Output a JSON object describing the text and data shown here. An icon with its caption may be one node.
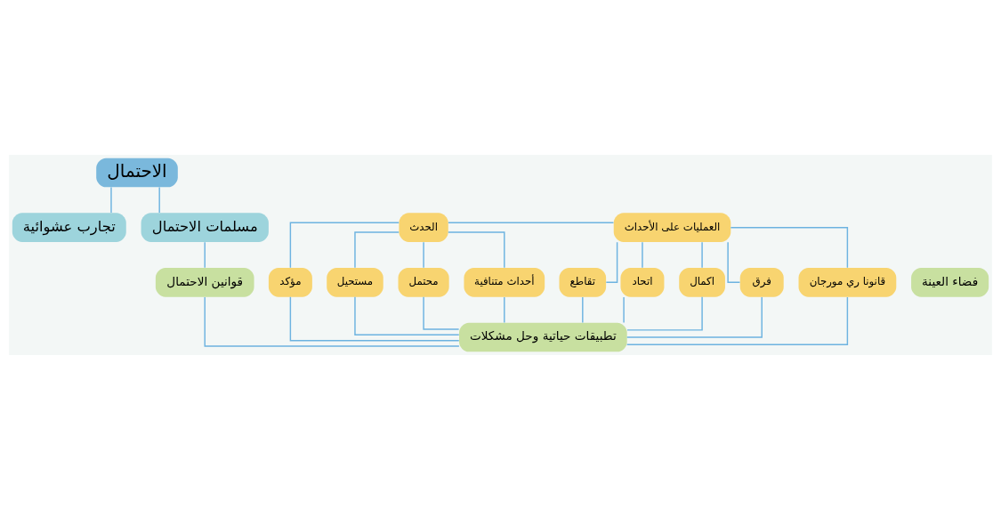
{
  "diagram": {
    "nodes": [
      {
        "text": [
          "الاحتمال"
        ]
      },
      {
        "text": [
          "تجارب عشوائية"
        ]
      },
      {
        "text": [
          "مسلمات الاحتمال"
        ]
      },
      {
        "text": [
          "فضاء العينة"
        ]
      },
      {
        "text": [
          "قوانين الاحتمال"
        ]
      },
      {
        "text": [
          "الحدث"
        ]
      },
      {
        "text": [
          "العمليات على الأحداث"
        ]
      },
      {
        "text": [
          "مؤكد"
        ]
      },
      {
        "text": [
          "مستحيل"
        ]
      },
      {
        "text": [
          "محتمل"
        ]
      },
      {
        "text": [
          "أحداث متنافية"
        ]
      },
      {
        "text": [
          "تقاطع"
        ]
      },
      {
        "text": [
          "اتحاد"
        ]
      },
      {
        "text": [
          "اكمال"
        ]
      },
      {
        "text": [
          "فرق"
        ]
      },
      {
        "text": [
          "قانونا ري مورجان"
        ]
      },
      {
        "text": [
          "تطبيقات حياتية وحل مشكلات"
        ]
      }
    ],
    "edges": [
      {
        "from": 0,
        "to": 1,
        "arrow": "none"
      },
      {
        "from": 0,
        "to": 2,
        "arrow": "none"
      },
      {
        "from": 2,
        "to": 4,
        "arrow": "none"
      },
      {
        "from": 5,
        "to": 6,
        "arrow": "none"
      },
      {
        "from": 5,
        "to": 7,
        "arrow": "none"
      },
      {
        "from": 5,
        "to": 8,
        "arrow": "none"
      },
      {
        "from": 5,
        "to": 9,
        "arrow": "none"
      },
      {
        "from": 5,
        "to": 10,
        "arrow": "none"
      },
      {
        "from": 6,
        "to": 11,
        "arrow": "none"
      },
      {
        "from": 6,
        "to": 12,
        "arrow": "none"
      },
      {
        "from": 6,
        "to": 13,
        "arrow": "none"
      },
      {
        "from": 6,
        "to": 14,
        "arrow": "none"
      },
      {
        "from": 6,
        "to": 15,
        "arrow": "none"
      },
      {
        "from": 4,
        "to": 16,
        "arrow": "none"
      },
      {
        "from": 7,
        "to": 16,
        "arrow": "none"
      },
      {
        "from": 8,
        "to": 16,
        "arrow": "none"
      },
      {
        "from": 9,
        "to": 16,
        "arrow": "none"
      },
      {
        "from": 10,
        "to": 16,
        "arrow": "none"
      },
      {
        "from": 11,
        "to": 16,
        "arrow": "none"
      },
      {
        "from": 12,
        "to": 16,
        "arrow": "none"
      },
      {
        "from": 13,
        "to": 16,
        "arrow": "none"
      },
      {
        "from": 14,
        "to": 16,
        "arrow": "none"
      },
      {
        "from": 15,
        "to": 16,
        "arrow": "none"
      }
    ]
  }
}
